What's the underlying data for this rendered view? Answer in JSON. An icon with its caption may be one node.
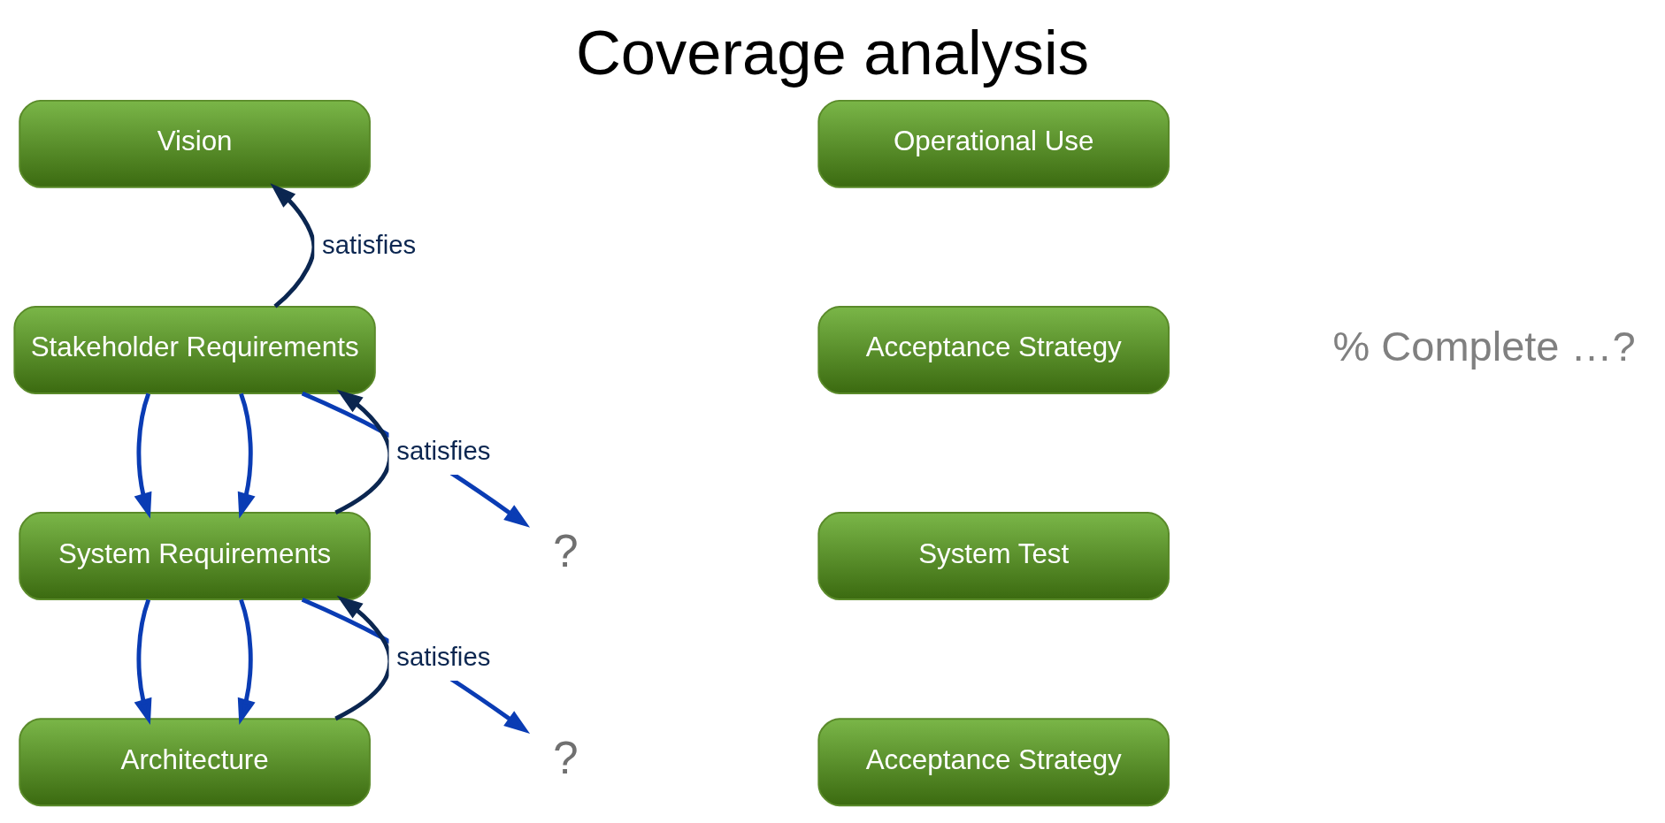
{
  "diagram": {
    "title": "Coverage analysis",
    "nodes": [
      {
        "text": [
          "Vision"
        ]
      },
      {
        "text": [
          "Operational Use"
        ]
      },
      {
        "text": [
          "Stakeholder Requirements"
        ]
      },
      {
        "text": [
          "Acceptance Strategy"
        ]
      },
      {
        "text": [
          "System Requirements"
        ]
      },
      {
        "text": [
          "System Test"
        ]
      },
      {
        "text": [
          "Architecture"
        ]
      },
      {
        "text": [
          "Acceptance Strategy"
        ]
      },
      {
        "text": [
          "?"
        ]
      },
      {
        "text": [
          "?"
        ]
      }
    ],
    "edges": [
      {
        "from": 2,
        "to": 0,
        "arrow": "to",
        "label": "satisfies",
        "color": "#0b2650"
      },
      {
        "from": 4,
        "to": 2,
        "arrow": "to",
        "label": "satisfies",
        "color": "#0b2650"
      },
      {
        "from": 6,
        "to": 4,
        "arrow": "to",
        "label": "satisfies",
        "color": "#0b2650"
      },
      {
        "from": 2,
        "to": 4,
        "arrow": "to"
      },
      {
        "from": 2,
        "to": 4,
        "arrow": "to"
      },
      {
        "from": 2,
        "to": 8,
        "arrow": "to"
      },
      {
        "from": 4,
        "to": 6,
        "arrow": "to"
      },
      {
        "from": 4,
        "to": 6,
        "arrow": "to"
      },
      {
        "from": 4,
        "to": 9,
        "arrow": "to"
      }
    ],
    "labels": [
      "% Complete …?"
    ]
  }
}
